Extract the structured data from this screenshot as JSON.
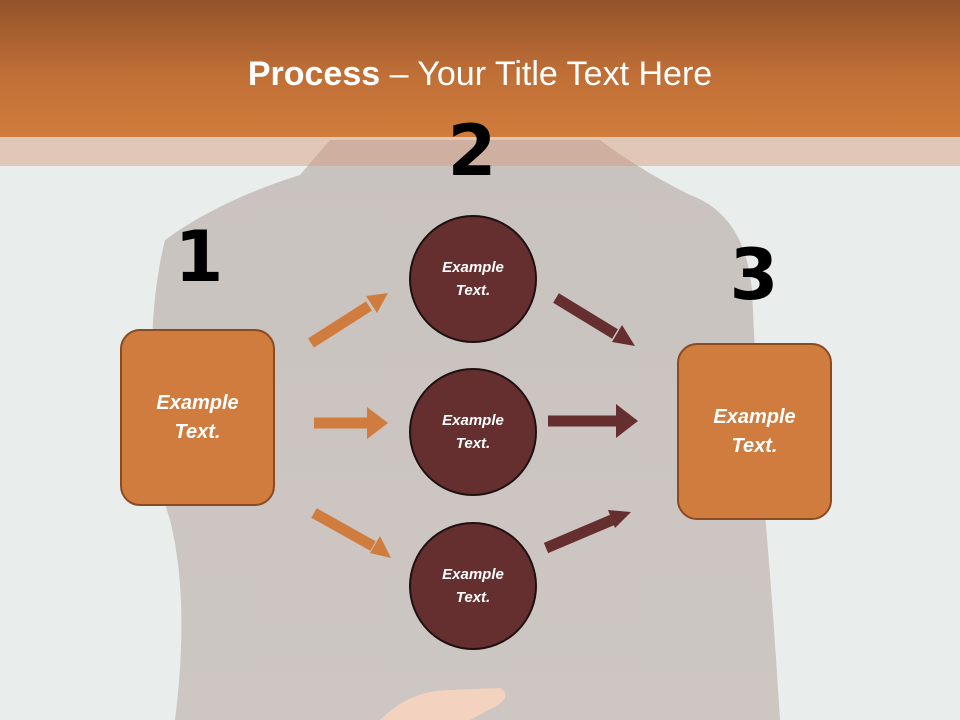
{
  "title": {
    "bold": "Process",
    "rest": " – Your Title Text Here"
  },
  "steps": [
    {
      "number": "1",
      "text": "Example Text."
    },
    {
      "number": "2",
      "text": "Example Text."
    },
    {
      "number": "3",
      "text": "Example Text."
    }
  ],
  "middle_nodes": [
    {
      "text": "Example Text."
    },
    {
      "text": "Example Text."
    },
    {
      "text": "Example Text."
    }
  ],
  "colors": {
    "header": "#c06f36",
    "box_fill": "#d07c3e",
    "circle_fill": "#652e2f",
    "arrow_orange": "#d07c3e",
    "arrow_dark": "#652e2f"
  }
}
